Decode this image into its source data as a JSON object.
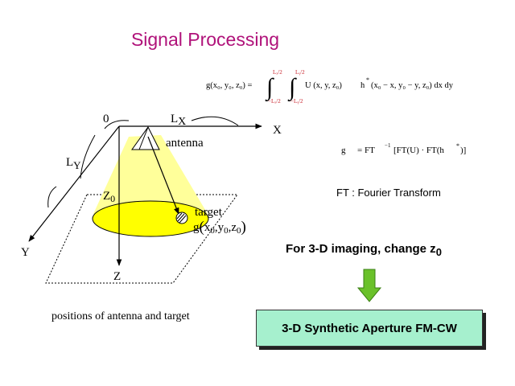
{
  "title": "Signal Processing",
  "diagram_labels": {
    "origin": "0",
    "lx_main": "L",
    "lx_sub": "X",
    "x_axis": "X",
    "ly_main": "L",
    "ly_sub": "Y",
    "y_axis": "Y",
    "z0_main": "Z",
    "z0_sub": "0",
    "z_axis": "Z",
    "antenna": "antenna",
    "target": "target",
    "g_func": "g",
    "x0": "x",
    "y0": "y",
    "z0": "z",
    "sub0": "0"
  },
  "caption": "positions of antenna and target",
  "formula1": {
    "lhs": "g(x₀, y₀, z₀) =",
    "int_upper_x": "Lₓ/2",
    "int_lower_x": "−Lₓ/2",
    "int_upper_y": "Lᵧ/2",
    "int_lower_y": "−Lᵧ/2",
    "integrand_u": "U (x, y, z₀)",
    "h_conj": "h",
    "star": "*",
    "h_args": "(x₀ − x, y₀ − y, z₀) dx dy"
  },
  "formula2": {
    "lhs": "g",
    "eq": "= FT",
    "inv": "−1",
    "body": "[FT(U) · FT(h",
    "star": "*",
    "close": ")]"
  },
  "ft_definition": "FT  :  Fourier Transform",
  "change_text": "For 3-D imaging, change z",
  "change_sub": "0",
  "result_box": "3-D Synthetic Aperture FM-CW",
  "colors": {
    "title": "#b0127a",
    "beam": "#ffff9a",
    "ellipse": "#ffff00",
    "arrow": "#6ac12a",
    "result_box": "#a6f0ce",
    "limits_red": "#c8202a"
  }
}
